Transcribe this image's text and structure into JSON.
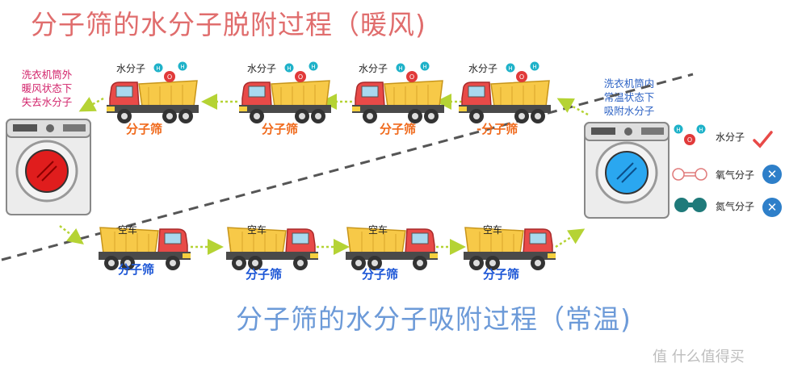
{
  "title_top": "分子筛的水分子脱附过程（暖风)",
  "title_bottom": "分子筛的水分子吸附过程（常温)",
  "note_left": [
    "洗衣机筒外",
    "暖风状态下",
    "失去水分子"
  ],
  "note_right": [
    "洗衣机筒内",
    "常温状态下",
    "吸附水分子"
  ],
  "top_trucks": [
    {
      "cargo": "水分子",
      "sieve": "分子筛"
    },
    {
      "cargo": "水分子",
      "sieve": "分子筛"
    },
    {
      "cargo": "水分子",
      "sieve": "分子筛"
    },
    {
      "cargo": "水分子",
      "sieve": "-分子筛"
    }
  ],
  "bottom_trucks": [
    {
      "cargo": "空车",
      "sieve": "分子筛"
    },
    {
      "cargo": "空车",
      "sieve": "分子筛"
    },
    {
      "cargo": "空车",
      "sieve": "分子筛"
    },
    {
      "cargo": "空车",
      "sieve": "分子筛"
    }
  ],
  "legend": [
    {
      "label": "水分子",
      "status": "check"
    },
    {
      "label": "氧气分子",
      "status": "cross"
    },
    {
      "label": "氮气分子",
      "status": "cross"
    }
  ],
  "molecule_atoms": {
    "h": "H",
    "o": "O"
  },
  "cross_symbol": "✕",
  "watermark": "值 什么值得买",
  "colors": {
    "title_top": "#e06d6d",
    "title_bottom": "#6c9ad8",
    "arrow": "#b5d334",
    "note_left": "#d2236b",
    "note_right": "#2b61c4"
  }
}
